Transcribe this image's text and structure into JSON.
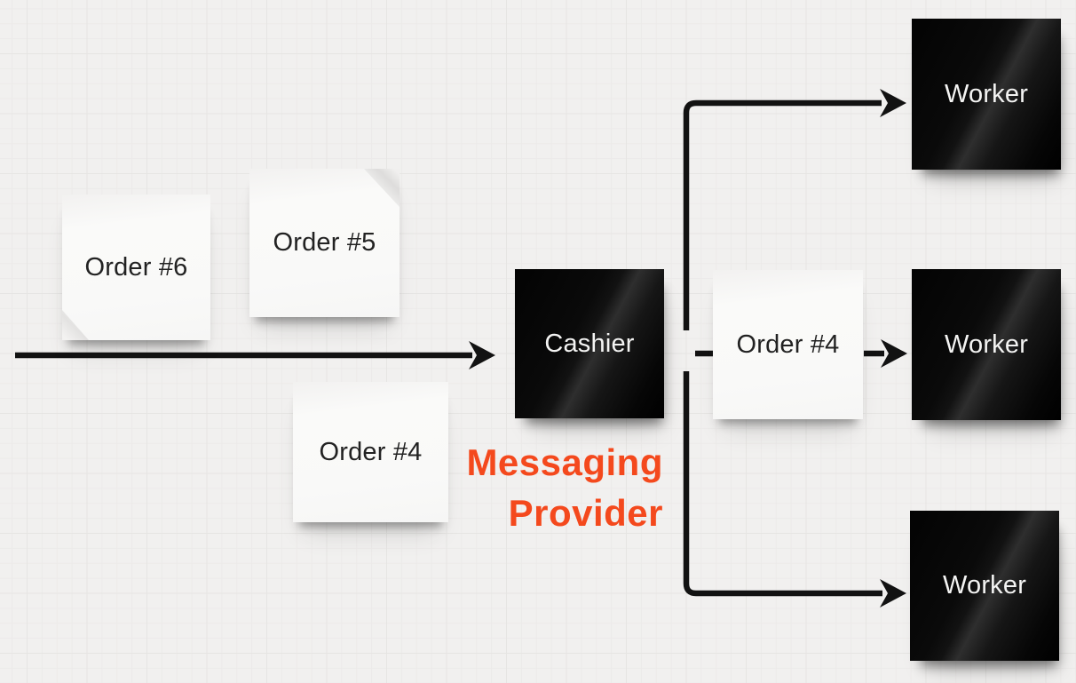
{
  "board": {
    "type": "whiteboard-diagram",
    "background_color": "#f1f0ef",
    "grid_major_color": "#e6e5e3",
    "grid_minor_color": "#eceae9"
  },
  "notes": {
    "order6": {
      "label": "Order #6",
      "style": "white-sticky"
    },
    "order5": {
      "label": "Order #5",
      "style": "white-sticky"
    },
    "order4_left": {
      "label": "Order #4",
      "style": "white-sticky"
    },
    "cashier": {
      "label": "Cashier",
      "style": "black-sticky"
    },
    "order4_right": {
      "label": "Order #4",
      "style": "white-sticky"
    },
    "worker_top": {
      "label": "Worker",
      "style": "black-sticky"
    },
    "worker_middle": {
      "label": "Worker",
      "style": "black-sticky"
    },
    "worker_bottom": {
      "label": "Worker",
      "style": "black-sticky"
    }
  },
  "annotation": {
    "line1": "Messaging",
    "line2": "Provider",
    "color": "#f4491d"
  },
  "connectors": {
    "color": "#121212",
    "items": [
      {
        "name": "inbound-arrow",
        "from": "left-edge",
        "to": "cashier"
      },
      {
        "name": "fanout-top-arrow",
        "from": "cashier",
        "to": "worker_top"
      },
      {
        "name": "fanout-middle-arrow",
        "from": "cashier",
        "to": "worker_middle",
        "through": "order4_right"
      },
      {
        "name": "fanout-bottom-arrow",
        "from": "cashier",
        "to": "worker_bottom"
      }
    ]
  }
}
